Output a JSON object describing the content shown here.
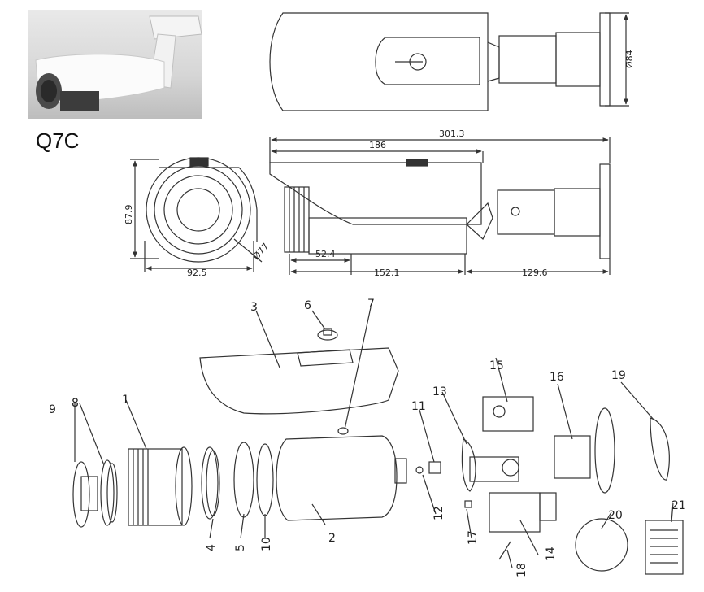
{
  "model_label": "Q7C",
  "dimensions": {
    "total_length": "301.3",
    "hood_length": "186",
    "body_length": "152.1",
    "lens_length": "52.4",
    "bracket_length": "129.6",
    "front_width": "92.5",
    "front_height": "87.9",
    "mount_diameter": "Ø84",
    "lens_diameter": "Ø77"
  },
  "callouts": [
    "1",
    "2",
    "3",
    "4",
    "5",
    "6",
    "7",
    "8",
    "9",
    "10",
    "11",
    "12",
    "13",
    "14",
    "15",
    "16",
    "17",
    "18",
    "19",
    "20",
    "21"
  ],
  "colors": {
    "line": "#333333",
    "background": "#ffffff"
  }
}
